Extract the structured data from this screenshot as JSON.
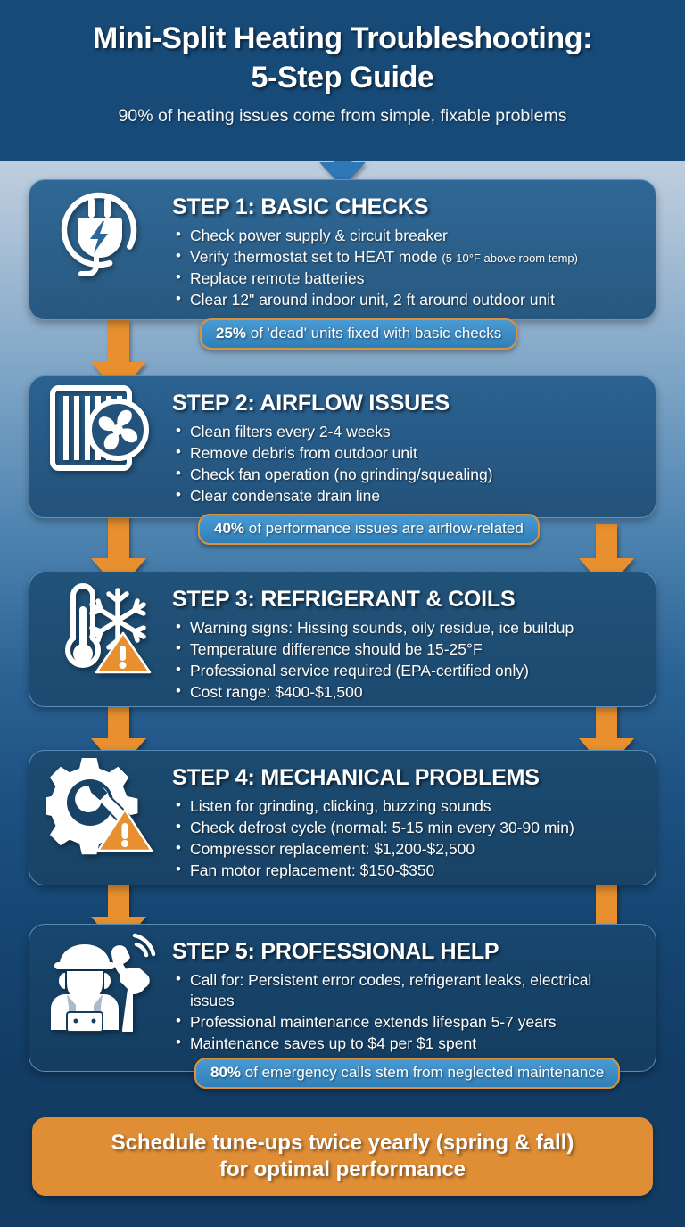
{
  "header": {
    "title_line1": "Mini-Split Heating Troubleshooting:",
    "title_line2": "5-Step Guide",
    "subtitle": "90% of heating issues come from simple, fixable problems"
  },
  "colors": {
    "header_bg": "#174a77",
    "accent_orange": "#e8902f",
    "badge_blue": "#3d8ec9",
    "badge_border": "#d9933f",
    "card_blue_light": "#2b5f8c",
    "card_blue_dark": "#17457a",
    "text_white": "#ffffff"
  },
  "steps": [
    {
      "id": "step-1",
      "icon": "power-plug-icon",
      "title": "STEP 1: BASIC CHECKS",
      "bullets": [
        {
          "text": "Check power supply & circuit breaker"
        },
        {
          "text": "Verify thermostat set to HEAT mode ",
          "note": "(5-10°F above room temp)"
        },
        {
          "text": "Replace remote batteries"
        },
        {
          "text": "Clear 12\" around indoor unit, 2 ft around outdoor unit"
        }
      ],
      "stat_bold": "25%",
      "stat_rest": " of 'dead' units fixed with basic checks"
    },
    {
      "id": "step-2",
      "icon": "air-filter-fan-icon",
      "title": "STEP 2: AIRFLOW ISSUES",
      "bullets": [
        {
          "text": "Clean filters every 2-4 weeks"
        },
        {
          "text": "Remove debris from outdoor unit"
        },
        {
          "text": "Check fan operation (no grinding/squealing)"
        },
        {
          "text": "Clear condensate drain line"
        }
      ],
      "stat_bold": "40%",
      "stat_rest": " of performance issues are airflow-related"
    },
    {
      "id": "step-3",
      "icon": "thermometer-snowflake-warning-icon",
      "title": "STEP 3: REFRIGERANT & COILS",
      "bullets": [
        {
          "text": "Warning signs: Hissing sounds, oily residue, ice buildup"
        },
        {
          "text": "Temperature difference should be 15-25°F"
        },
        {
          "text": "Professional service required (EPA-certified only)"
        },
        {
          "text": "Cost range: $400-$1,500"
        }
      ],
      "stat_bold": "",
      "stat_rest": ""
    },
    {
      "id": "step-4",
      "icon": "gear-wrench-warning-icon",
      "title": "STEP 4: MECHANICAL PROBLEMS",
      "bullets": [
        {
          "text": "Listen for grinding, clicking, buzzing sounds"
        },
        {
          "text": "Check defrost cycle (normal: 5-15 min every 30-90 min)"
        },
        {
          "text": "Compressor replacement: $1,200-$2,500"
        },
        {
          "text": "Fan motor replacement: $150-$350"
        }
      ],
      "stat_bold": "",
      "stat_rest": ""
    },
    {
      "id": "step-5",
      "icon": "technician-phone-wrench-icon",
      "title": "STEP 5: PROFESSIONAL HELP",
      "bullets": [
        {
          "text": "Call for: Persistent error codes, refrigerant leaks, electrical issues"
        },
        {
          "text": "Professional maintenance extends lifespan 5-7 years"
        },
        {
          "text": "Maintenance saves up to $4 per $1 spent"
        }
      ],
      "stat_bold": "80%",
      "stat_rest": " of emergency calls stem from neglected maintenance"
    }
  ],
  "footer": {
    "line1": "Schedule tune-ups twice yearly (spring & fall)",
    "line2": "for optimal performance"
  }
}
